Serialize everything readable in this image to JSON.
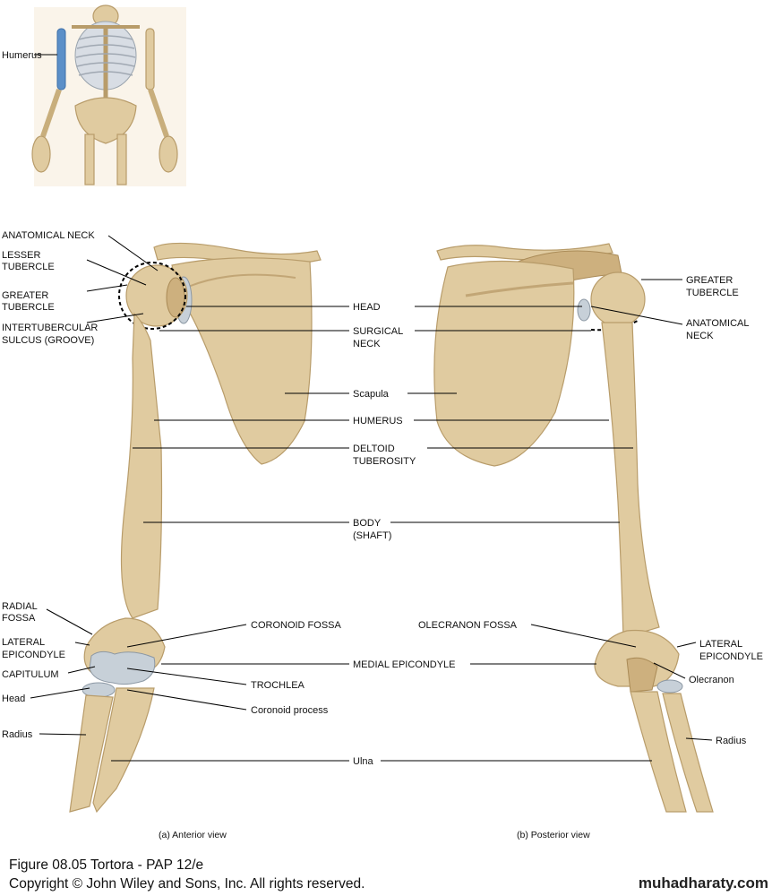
{
  "thumbnail": {
    "label": "Humerus"
  },
  "anterior": {
    "caption": "(a) Anterior view",
    "labels": {
      "anatomical_neck": "ANATOMICAL NECK",
      "lesser_tubercle_1": "LESSER",
      "lesser_tubercle_2": "TUBERCLE",
      "greater_tubercle_1": "GREATER",
      "greater_tubercle_2": "TUBERCLE",
      "intertubercular_1": "INTERTUBERCULAR",
      "intertubercular_2": "SULCUS (GROOVE)",
      "radial_fossa_1": "RADIAL",
      "radial_fossa_2": "FOSSA",
      "lateral_epicondyle_1": "LATERAL",
      "lateral_epicondyle_2": "EPICONDYLE",
      "capitulum": "CAPITULUM",
      "head": "Head",
      "radius": "Radius",
      "coronoid_fossa": "CORONOID FOSSA",
      "trochlea": "TROCHLEA",
      "coronoid_process": "Coronoid process"
    }
  },
  "shared": {
    "head": "HEAD",
    "surgical_neck_1": "SURGICAL",
    "surgical_neck_2": "NECK",
    "scapula": "Scapula",
    "humerus": "HUMERUS",
    "deltoid_1": "DELTOID",
    "deltoid_2": "TUBEROSITY",
    "body_1": "BODY",
    "body_2": "(SHAFT)",
    "medial_epicondyle": "MEDIAL EPICONDYLE",
    "ulna": "Ulna"
  },
  "posterior": {
    "caption": "(b) Posterior view",
    "labels": {
      "greater_tubercle_1": "GREATER",
      "greater_tubercle_2": "TUBERCLE",
      "anatomical_neck_1": "ANATOMICAL",
      "anatomical_neck_2": "NECK",
      "olecranon_fossa": "OLECRANON FOSSA",
      "lateral_epicondyle_1": "LATERAL",
      "lateral_epicondyle_2": "EPICONDYLE",
      "olecranon": "Olecranon",
      "radius": "Radius"
    }
  },
  "footer": {
    "figure": "Figure 08.05  Tortora - PAP 12/e",
    "copyright": "Copyright © John Wiley and Sons, Inc. All rights reserved.",
    "brand": "muhadharaty.com"
  },
  "colors": {
    "bone": "#e0cba0",
    "cartilage": "#c7d0d8",
    "highlight": "#5b8fc8"
  }
}
